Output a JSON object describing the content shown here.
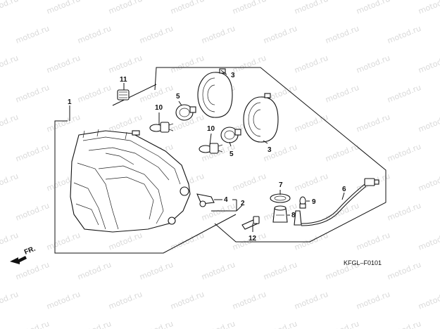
{
  "watermark": "motod.ru",
  "diagram_code": "KFGL–F0101",
  "front_marker": "FR.",
  "callouts": {
    "c1": "1",
    "c2": "2",
    "c3a": "3",
    "c3b": "3",
    "c4": "4",
    "c5a": "5",
    "c5b": "5",
    "c6": "6",
    "c7": "7",
    "c8": "8",
    "c9": "9",
    "c10a": "10",
    "c10b": "10",
    "c11": "11",
    "c12": "12"
  },
  "colors": {
    "ink": "#111111",
    "watermark": "#d9d9d9"
  }
}
